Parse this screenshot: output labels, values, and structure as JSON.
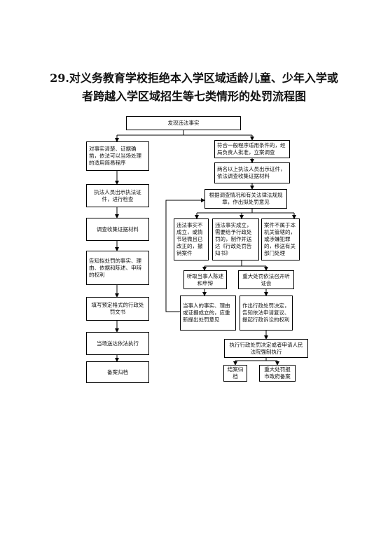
{
  "title": {
    "line1": "29.对义务教育学校拒绝本入学区域适龄儿童、少年入学或",
    "line2": "者跨越入学区域招生等七类情形的处罚流程图"
  },
  "nodes": {
    "start": "发现违法事实",
    "l1": "对事实清楚、证据确凿，依法可以当场处理的适用简易程序",
    "l2": "执法人员出示执法证件，进行检查",
    "l3": "调查收集证据材料",
    "l4": "告知拟处罚的事实、理由、依据和陈述、申辩的权利",
    "l5": "填写预定格式的行政处罚文书",
    "l6": "当场送达依法执行",
    "l7": "备案归档",
    "r1": "符合一般程序适用条件的，经局负责人批准，立案调查",
    "r2": "两名以上执法人员出示证件，依法调查收集证据材料",
    "r3": "根据调查情况和有关法律法规规章，作出拟处罚意见",
    "r4a": "违法事实不成立，或情节轻微且已改正的，撤销案件",
    "r4b": "违法事实成立，需要给予行政处罚的，制作并送达《行政处罚告知书》",
    "r4c": "案件不属于本机关管辖的，或涉嫌犯罪的，移送有关部门处理",
    "r5a": "听取当事人陈述和申辩",
    "r5b": "重大处罚依法召开听证会",
    "r6a": "当事人的事实、理由或证据成立的，应重新提出处罚意见",
    "r6b": "作出行政处罚决定，告知依法申请复议、提起行政诉讼的权利",
    "r7": "执行行政处罚决定或者申请人民法院强制执行",
    "r8a": "结案归档",
    "r8b": "重大处罚报市政府备案"
  }
}
